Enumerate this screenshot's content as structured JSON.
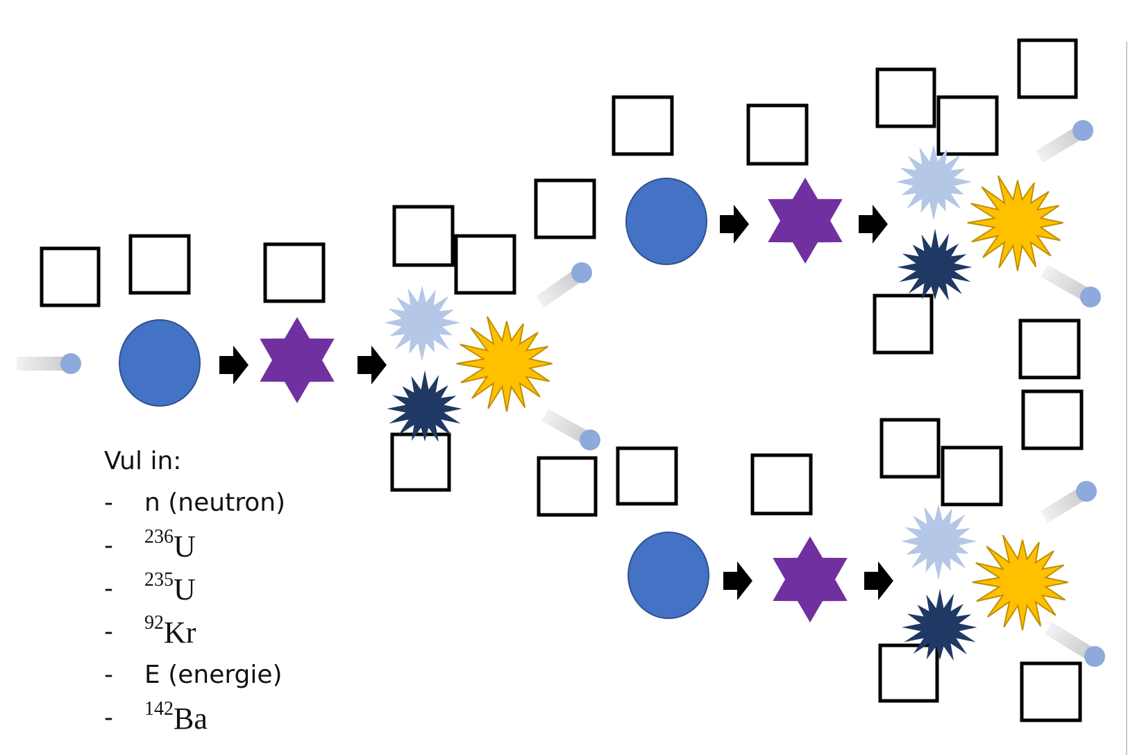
{
  "legend": {
    "title": "Vul in:",
    "items": [
      {
        "kind": "text",
        "text": "n (neutron)"
      },
      {
        "kind": "nuclide",
        "mass": "236",
        "symbol": "U"
      },
      {
        "kind": "nuclide",
        "mass": "235",
        "symbol": "U"
      },
      {
        "kind": "nuclide",
        "mass": "92",
        "symbol": "Kr"
      },
      {
        "kind": "text",
        "text": "E (energie)"
      },
      {
        "kind": "nuclide",
        "mass": "142",
        "symbol": "Ba"
      }
    ],
    "dash": "-"
  },
  "colors": {
    "nucleus": "#4472C4",
    "compound": "#7030A0",
    "fragment_light": "#B4C7E7",
    "fragment_dark": "#203864",
    "energy": "#FFC000",
    "energy_stroke": "#BF9000",
    "neutron_head": "#8EA9DB",
    "arrow": "#000000",
    "answer_box": "#000000"
  },
  "icons": [
    "neutron-icon",
    "uranium-nucleus-icon",
    "compound-nucleus-icon",
    "fragment-icon",
    "energy-burst-icon",
    "right-arrow-icon",
    "answer-box"
  ]
}
